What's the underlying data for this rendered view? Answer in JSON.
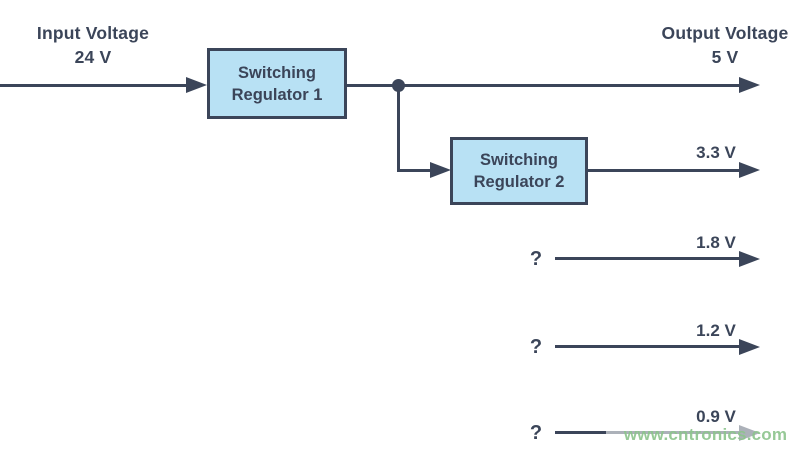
{
  "colors": {
    "navy": "#3b4559",
    "box-fill": "#b8e1f4",
    "watermark-green": "#8cc48c"
  },
  "diagram": {
    "input": {
      "title": "Input Voltage",
      "value": "24 V"
    },
    "output": {
      "title": "Output Voltage",
      "value": "5 V"
    },
    "regulator1": {
      "label": "Switching\nRegulator 1"
    },
    "regulator2": {
      "label": "Switching\nRegulator 2",
      "output_voltage": "3.3 V"
    },
    "unknown_rails": [
      {
        "source": "?",
        "voltage": "1.8 V"
      },
      {
        "source": "?",
        "voltage": "1.2 V"
      },
      {
        "source": "?",
        "voltage": "0.9 V"
      }
    ]
  },
  "watermark": {
    "text": "www.cntronics.com"
  }
}
